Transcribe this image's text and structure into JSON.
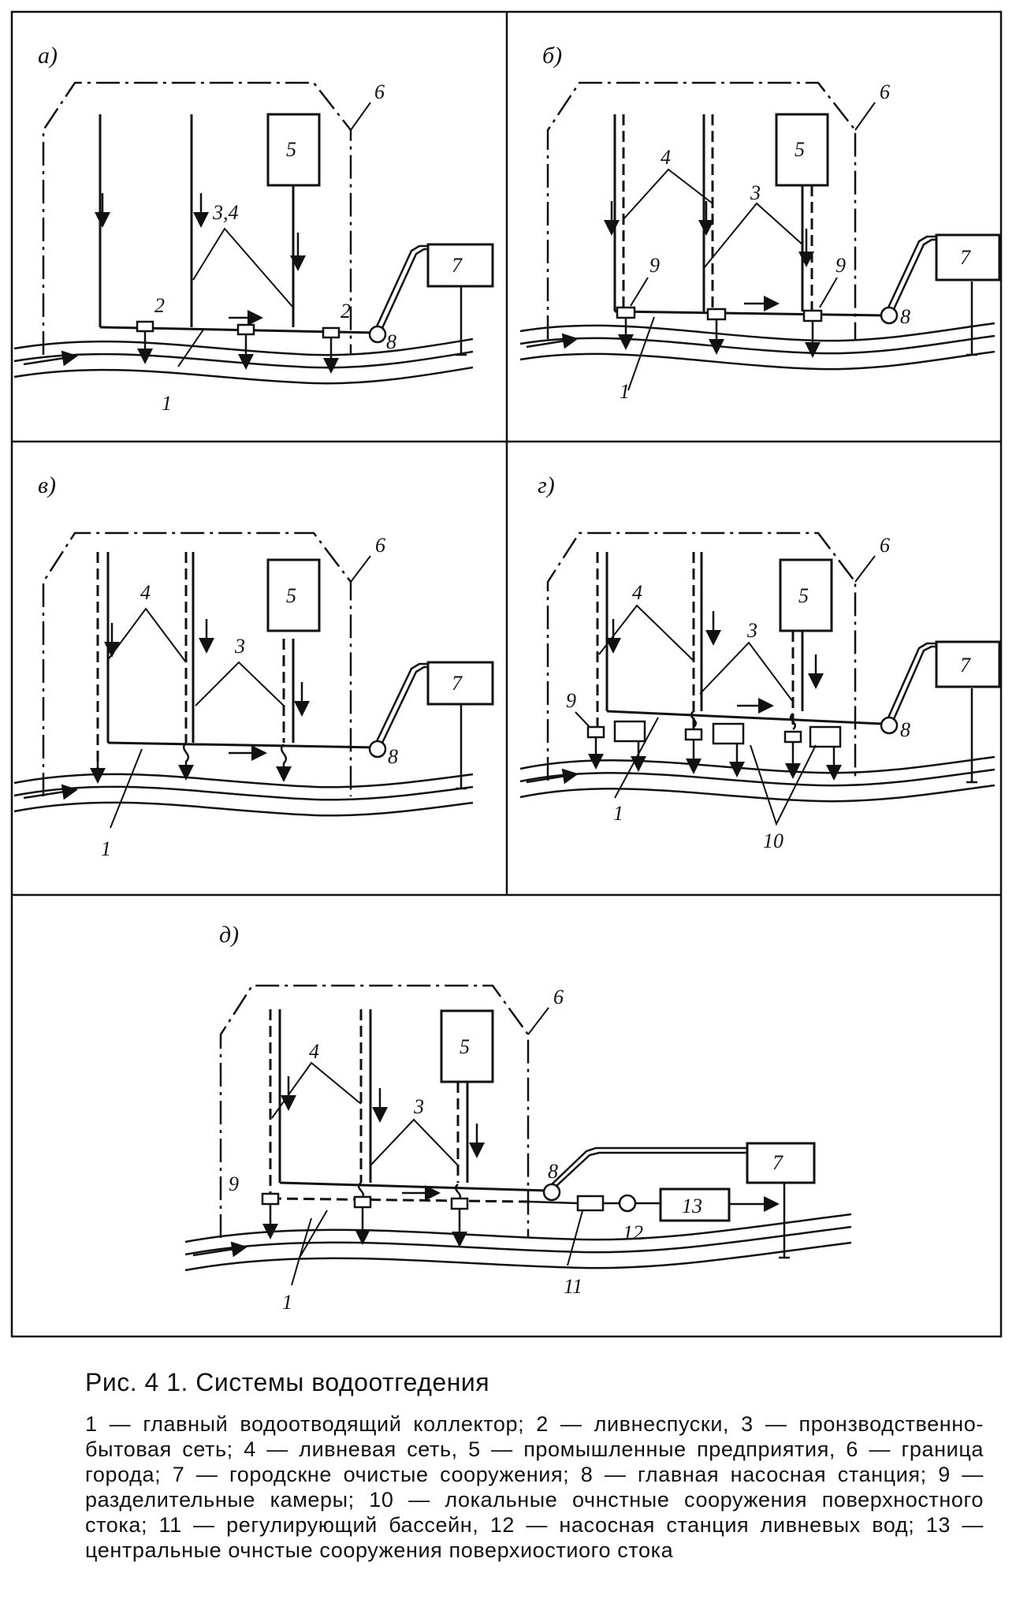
{
  "figure": {
    "panels": [
      {
        "id": "a",
        "label": "а)"
      },
      {
        "id": "b",
        "label": "б)"
      },
      {
        "id": "v",
        "label": "в)"
      },
      {
        "id": "g",
        "label": "г)"
      },
      {
        "id": "d",
        "label": "д)"
      }
    ],
    "numbers": [
      "1",
      "2",
      "3",
      "4",
      "5",
      "6",
      "7",
      "8",
      "9",
      "10",
      "11",
      "12",
      "13"
    ],
    "composite_labels": {
      "three_four": "3,4"
    }
  },
  "caption": {
    "title": "Рис. 4 1. Системы водоотгедения",
    "text": "1 — главный водоотводящий коллектор; 2 — ливнеспуски, 3 — пронзводственно-бытовая сеть; 4 — ливневая сеть, 5 — промышленные предприятия, 6 — граница города; 7 — городскне очистые сооружения; 8 — главная насосная станция; 9 — разделительные камеры; 10 — локальные очнстные сооружения поверхностного стока; 11 — регулирующий бассейн, 12 — насосная станция ливневых вод; 13 — центральные очнстые сооружения поверхиостиого стока"
  },
  "colors": {
    "ink": "#111111",
    "paper": "#ffffff"
  }
}
